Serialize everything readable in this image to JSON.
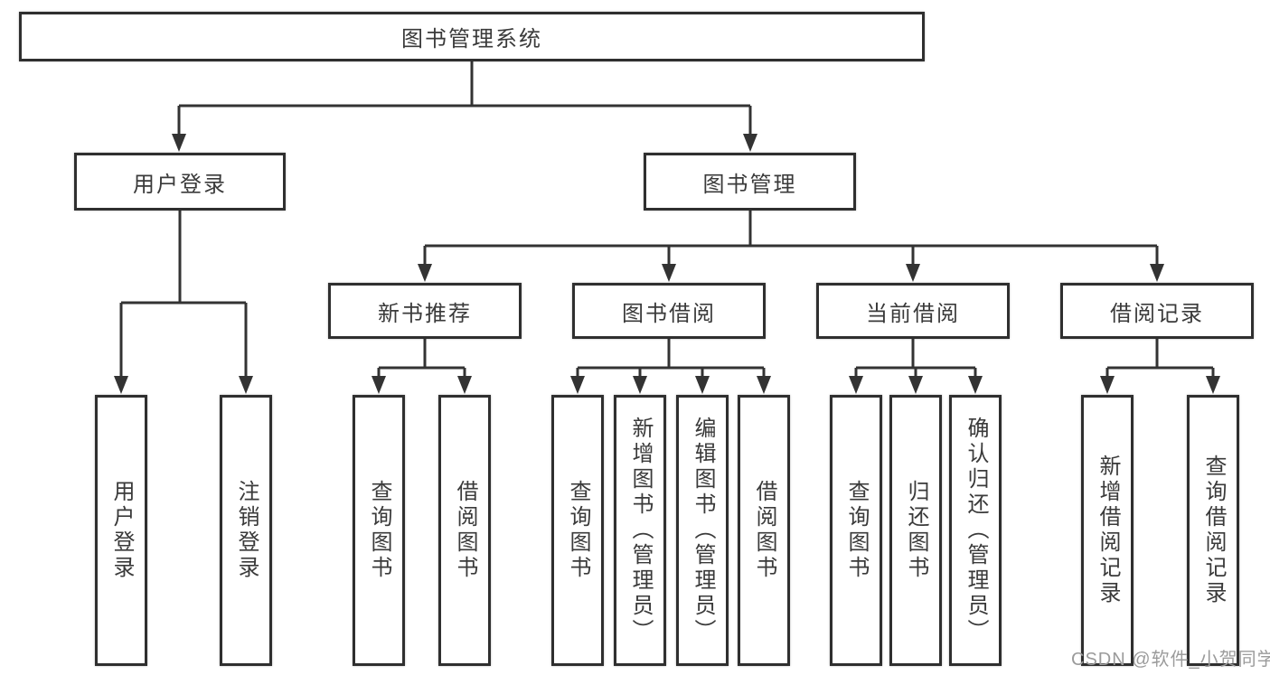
{
  "diagram": {
    "root": "图书管理系统",
    "level2": [
      {
        "label": "用户登录",
        "children": [
          {
            "label": "用户登录"
          },
          {
            "label": "注销登录"
          }
        ]
      },
      {
        "label": "图书管理",
        "children": [
          {
            "label": "新书推荐",
            "children": [
              {
                "label": "查询图书"
              },
              {
                "label": "借阅图书"
              }
            ]
          },
          {
            "label": "图书借阅",
            "children": [
              {
                "label": "查询图书"
              },
              {
                "label": "新增图书（管理员）"
              },
              {
                "label": "编辑图书（管理员）"
              },
              {
                "label": "借阅图书"
              }
            ]
          },
          {
            "label": "当前借阅",
            "children": [
              {
                "label": "查询图书"
              },
              {
                "label": "归还图书"
              },
              {
                "label": "确认归还（管理员）"
              }
            ]
          },
          {
            "label": "借阅记录",
            "children": [
              {
                "label": "新增借阅记录"
              },
              {
                "label": "查询借阅记录"
              }
            ]
          }
        ]
      }
    ]
  },
  "colors": {
    "line": "#333333",
    "node_border": "#2f2f2f",
    "text": "#3a3a3a",
    "watermark": "#9b9b9b",
    "background": "#ffffff"
  },
  "watermark": "CSDN @软件_小贺同学"
}
